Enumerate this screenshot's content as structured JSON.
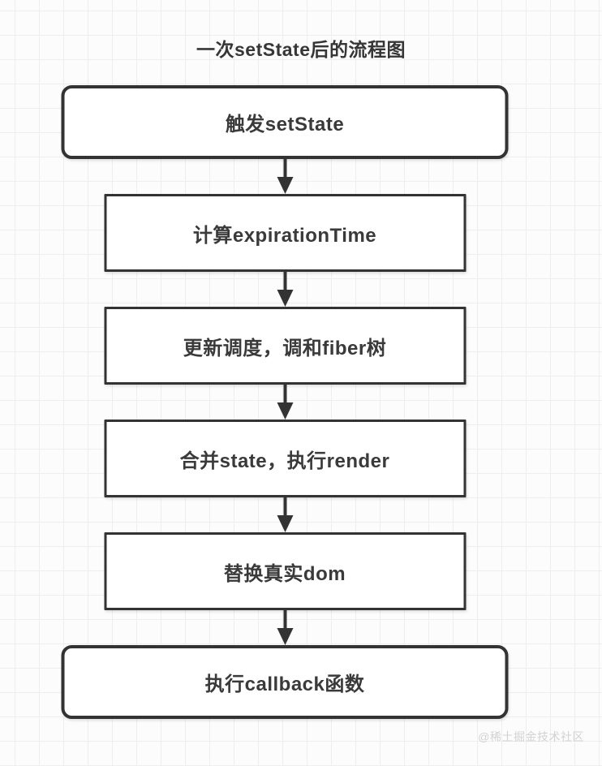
{
  "title": "一次setState后的流程图",
  "flow": {
    "nodes": [
      {
        "id": "trigger-setstate",
        "label": "触发setState",
        "shape": "rounded"
      },
      {
        "id": "calc-expiration-time",
        "label": "计算expirationTime",
        "shape": "rect"
      },
      {
        "id": "update-schedule-fiber",
        "label": "更新调度，调和fiber树",
        "shape": "rect"
      },
      {
        "id": "merge-state-render",
        "label": "合并state，执行render",
        "shape": "rect"
      },
      {
        "id": "replace-real-dom",
        "label": "替换真实dom",
        "shape": "rect"
      },
      {
        "id": "run-callback",
        "label": "执行callback函数",
        "shape": "rounded"
      }
    ],
    "connector": "arrow-down"
  },
  "watermark": "@稀土掘金技术社区",
  "colors": {
    "background": "#fcfcfc",
    "grid_line": "#eeeeee",
    "box_fill": "#ffffff",
    "box_border": "#333333",
    "text": "#3a3a3a",
    "arrow": "#333333",
    "watermark": "#d2d2d2"
  }
}
